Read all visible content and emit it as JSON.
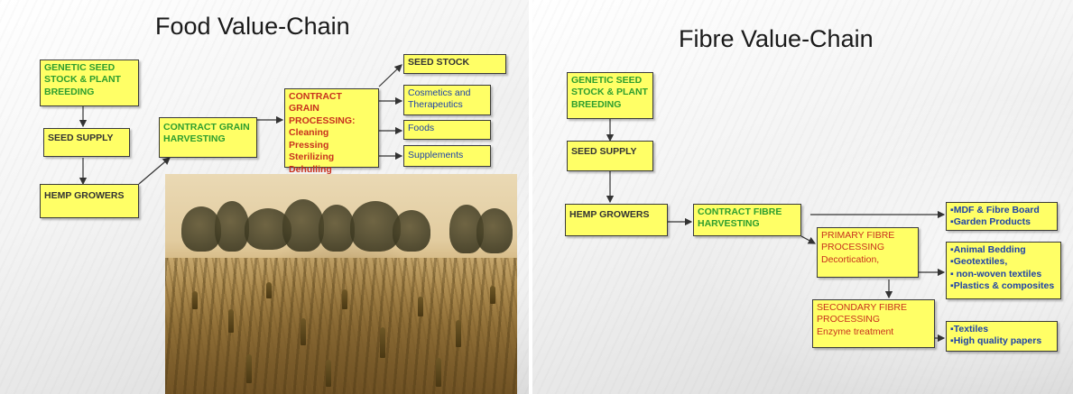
{
  "food": {
    "title": "Food Value-Chain",
    "boxes": {
      "genetic": [
        "GENETIC SEED",
        "STOCK & PLANT",
        "BREEDING"
      ],
      "seed_supply": "SEED SUPPLY",
      "hemp_growers": "HEMP GROWERS",
      "harvesting": [
        "CONTRACT GRAIN",
        "HARVESTING"
      ],
      "processing": [
        "CONTRACT GRAIN",
        "PROCESSING:",
        "Cleaning",
        "Pressing",
        "Sterilizing",
        "Dehulling"
      ],
      "seed_stock": "SEED STOCK",
      "cosmetics": [
        "Cosmetics and",
        "Therapeutics"
      ],
      "foods": "Foods",
      "supplements": "Supplements"
    },
    "photo": "hemp-field-photo"
  },
  "fibre": {
    "title": "Fibre Value-Chain",
    "boxes": {
      "genetic": [
        "GENETIC SEED",
        "STOCK & PLANT",
        "BREEDING"
      ],
      "seed_supply": "SEED SUPPLY",
      "hemp_growers": "HEMP GROWERS",
      "harvesting": [
        "CONTRACT FIBRE",
        "HARVESTING"
      ],
      "primary": [
        "PRIMARY FIBRE",
        "PROCESSING",
        "Decortication,"
      ],
      "secondary": [
        "SECONDARY FIBRE",
        "PROCESSING",
        "Enzyme treatment"
      ],
      "products_a": [
        "▪MDF & Fibre Board",
        "▪Garden Products"
      ],
      "products_b": [
        "▪Animal Bedding",
        "▪Geotextiles,",
        "▪ non-woven textiles",
        "▪Plastics & composites"
      ],
      "products_c": [
        "▪Textiles",
        "▪High quality papers"
      ]
    }
  },
  "colors": {
    "box_fill": "#ffff66",
    "green_text": "#2e9e2e",
    "red_text": "#c8321e",
    "blue_text": "#1f43a8",
    "dark_text": "#333333"
  }
}
